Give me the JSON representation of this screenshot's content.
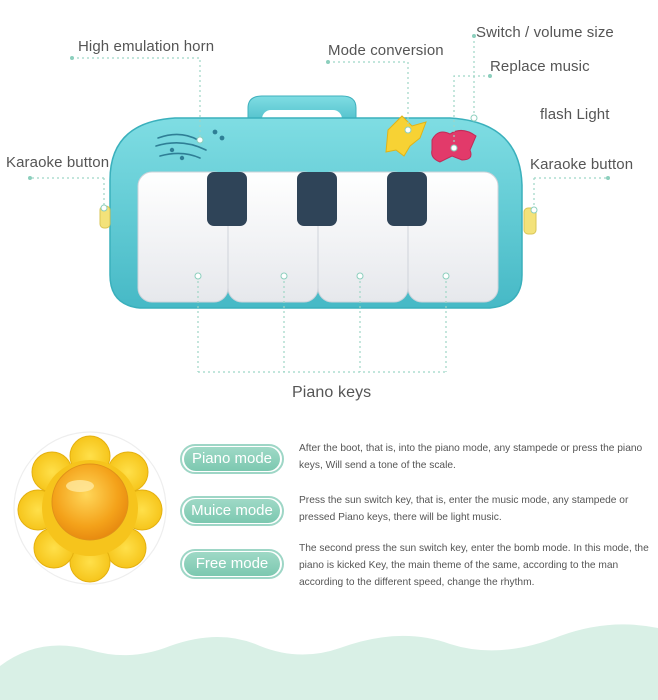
{
  "callouts": {
    "high_emulation_horn": "High emulation horn",
    "mode_conversion": "Mode conversion",
    "switch_volume_size": "Switch / volume size",
    "replace_music": "Replace music",
    "flash_light": "flash Light",
    "karaoke_left": "Karaoke button",
    "karaoke_right": "Karaoke button",
    "piano_keys": "Piano keys"
  },
  "modes": [
    {
      "name": "Piano mode",
      "description": "After the boot, that is, into the piano mode, any stampede or press the piano keys, Will send a tone of the scale."
    },
    {
      "name": "Muice mode",
      "description": "Press the sun switch key, that is, enter the music mode, any stampede or pressed Piano keys, there will be light music."
    },
    {
      "name": "Free mode",
      "description": "The second press the sun switch key, enter the bomb mode. In this mode, the piano is kicked Key, the main theme of the same, according to the man according to the different speed, change the rhythm."
    }
  ],
  "colors": {
    "body_teal": "#5cc9d4",
    "key_white": "#f4f5f7",
    "key_black": "#2f4458",
    "accent_mint": "#9ed6c6",
    "sun_yellow": "#f6c41c",
    "wave_mint": "#d9f0e6"
  }
}
